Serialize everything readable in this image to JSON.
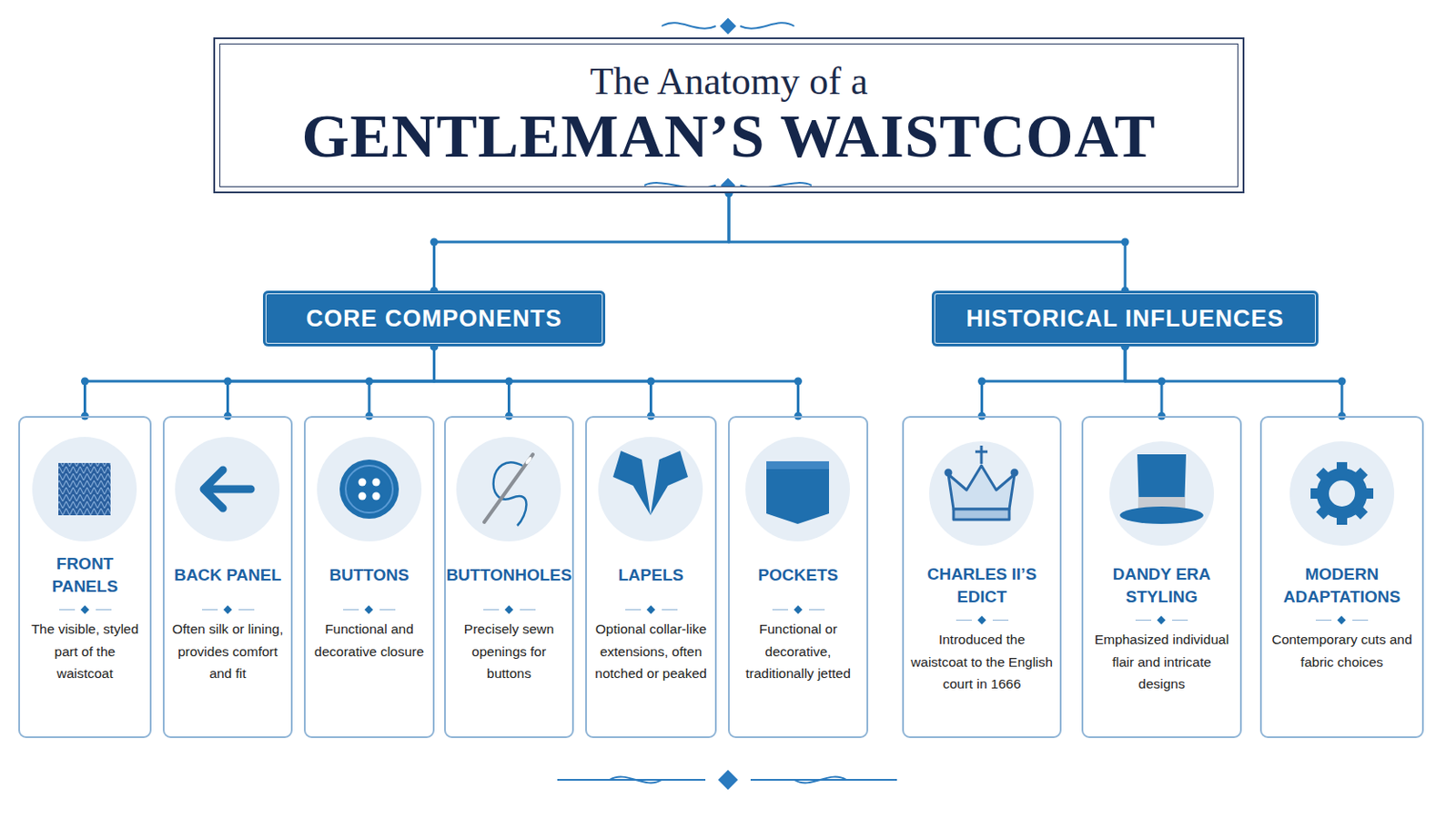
{
  "diagram": {
    "nodes": [
      {
        "text": [
          "The Anatomy of a",
          "GENTLEMAN’S WAISTCOAT"
        ]
      },
      {
        "text": [
          "CORE COMPONENTS"
        ]
      },
      {
        "text": [
          "HISTORICAL INFLUENCES"
        ]
      },
      {
        "text": [
          "FRONT PANELS",
          "The visible, styled part of the waistcoat"
        ]
      },
      {
        "text": [
          "BACK PANEL",
          "Often silk or lining, provides comfort and fit"
        ]
      },
      {
        "text": [
          "BUTTONS",
          "Functional and decorative closure"
        ]
      },
      {
        "text": [
          "BUTTONHOLES",
          "Precisely sewn openings for buttons"
        ]
      },
      {
        "text": [
          "LAPELS",
          "Optional collar-like extensions, often notched or peaked"
        ]
      },
      {
        "text": [
          "POCKETS",
          "Functional or decorative, traditionally jetted"
        ]
      },
      {
        "text": [
          "CHARLES II’S EDICT",
          "Introduced the waistcoat to the English court in 1666"
        ]
      },
      {
        "text": [
          "DANDY ERA STYLING",
          "Emphasized individual flair and intricate designs"
        ]
      },
      {
        "text": [
          "MODERN ADAPTATIONS",
          "Contemporary cuts and fabric choices"
        ]
      }
    ],
    "edges": [
      {
        "from": 0,
        "to": 1,
        "arrow": "none"
      },
      {
        "from": 0,
        "to": 2,
        "arrow": "none"
      },
      {
        "from": 1,
        "to": 3,
        "arrow": "none"
      },
      {
        "from": 1,
        "to": 4,
        "arrow": "none"
      },
      {
        "from": 1,
        "to": 5,
        "arrow": "none"
      },
      {
        "from": 1,
        "to": 6,
        "arrow": "none"
      },
      {
        "from": 1,
        "to": 7,
        "arrow": "none"
      },
      {
        "from": 1,
        "to": 8,
        "arrow": "none"
      },
      {
        "from": 2,
        "to": 9,
        "arrow": "none"
      },
      {
        "from": 2,
        "to": 10,
        "arrow": "none"
      },
      {
        "from": 2,
        "to": 11,
        "arrow": "none"
      }
    ]
  }
}
